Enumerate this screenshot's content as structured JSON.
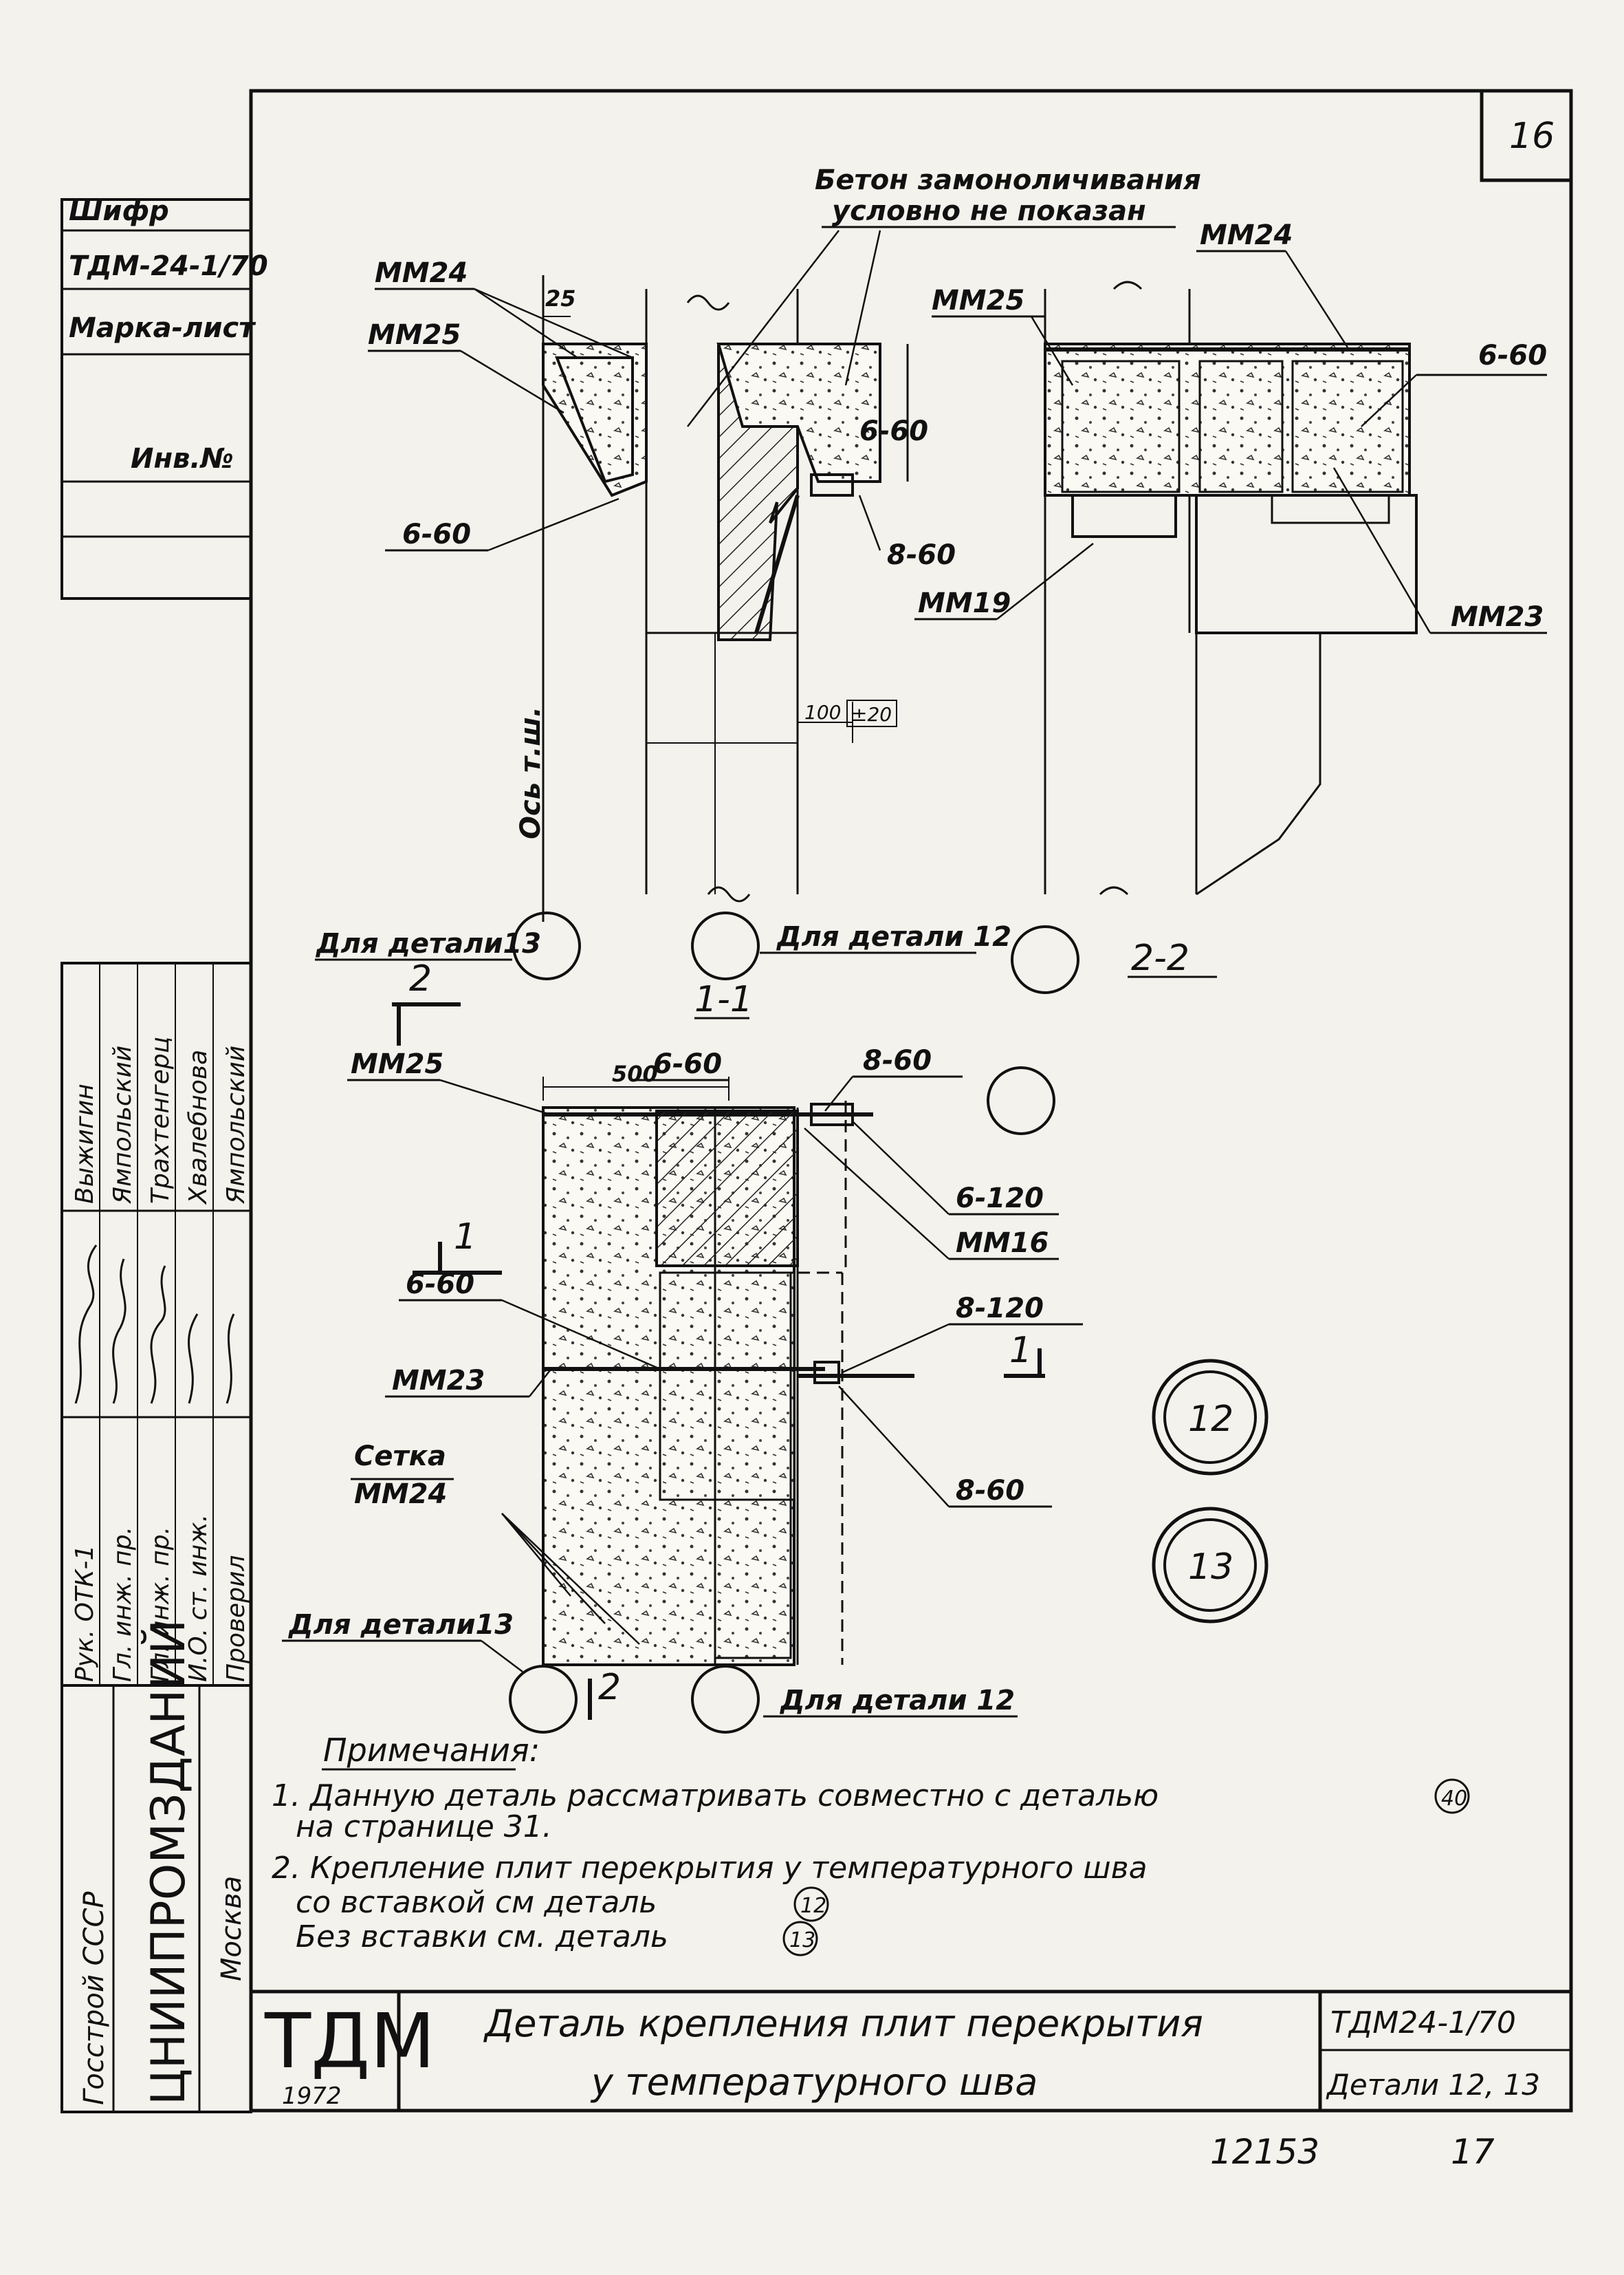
{
  "sheet_number": "16",
  "footer": {
    "archive_number": "12153",
    "page_number": "17"
  },
  "left_strip": {
    "cipher_label": "Шифр",
    "cipher_value": "ТДМ-24-1/70",
    "mark_sheet": "Марка-лист",
    "inv_no": "Инв.№",
    "roles": [
      "Рук. ОТК-1",
      "Гл. инж. пр.",
      "Гл. инж. пр.",
      "И.О. ст. инж.",
      "Проверил"
    ],
    "names": [
      "Выжигин",
      "Ямпольский",
      "Трахтенгерц",
      "Хвалебнова",
      "Ямпольский"
    ],
    "org_1": "Госстрой СССР",
    "org_2": "ЦНИИПРОМЗДАНИЙ",
    "org_3": "Москва"
  },
  "top_note": {
    "line1": "Бетон замоноличивания",
    "line2": "условно не показан"
  },
  "labels": {
    "mm24": "ММ24",
    "mm25": "ММ25",
    "mm23": "ММ23",
    "mm19": "ММ19",
    "mm16": "ММ16",
    "mm24b": "ММ24",
    "w660": "6-60",
    "w860": "8-60",
    "w6120": "6-120",
    "w8120": "8-120",
    "dim25": "25",
    "dim100": "100",
    "dim20": "±20",
    "dim500": "500",
    "axis": "Ось т.ш.",
    "setka": "Сетка",
    "for_detail_13": "Для детали13",
    "for_detail_12": "Для детали 12",
    "section_11": "1-1",
    "section_22": "2-2",
    "cut_2": "2",
    "cut_1": "1",
    "detail_12": "12",
    "detail_13": "13"
  },
  "notes": {
    "heading": "Примечания:",
    "n1a": "1. Данную деталь рассматривать совместно с деталью",
    "n1ref": "40",
    "n1b": "на странице 31.",
    "n2a": "2. Крепление плит перекрытия у температурного шва",
    "n2b": "со вставкой см деталь",
    "n2ref": "12",
    "n2c": "Без вставки см. деталь",
    "n2ref2": "13"
  },
  "title_block": {
    "logo": "ТДМ",
    "year": "1972",
    "title_line1": "Деталь крепления плит перекрытия",
    "title_line2": "у температурного шва",
    "code": "ТДМ24-1/70",
    "details": "Детали 12, 13"
  }
}
